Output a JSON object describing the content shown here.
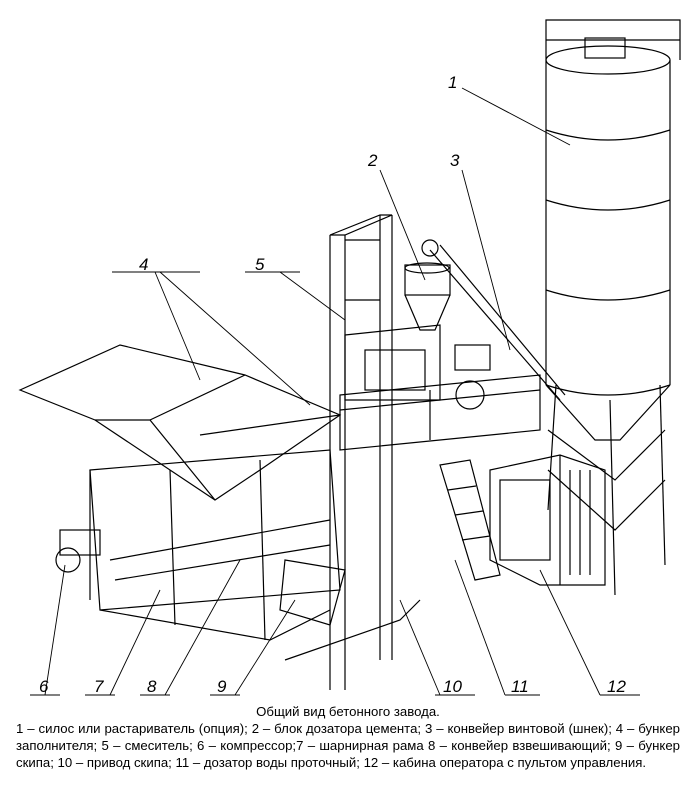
{
  "labels": [
    "1",
    "2",
    "3",
    "4",
    "5",
    "6",
    "7",
    "8",
    "9",
    "10",
    "11",
    "12"
  ],
  "caption": {
    "title": "Общий вид бетонного завода.",
    "body": "1 – силос или растариватель (опция); 2 – блок дозатора цемента; 3 – конвейер винтовой (шнек); 4 – бункер заполнителя; 5 – смеситель; 6 – компрессор;7 – шарнирная рама 8 – конвейер взвешивающий; 9 – бункер скипа; 10 – привод скипа; 11 – дозатор воды проточный; 12 – кабина оператора с пультом управления."
  }
}
